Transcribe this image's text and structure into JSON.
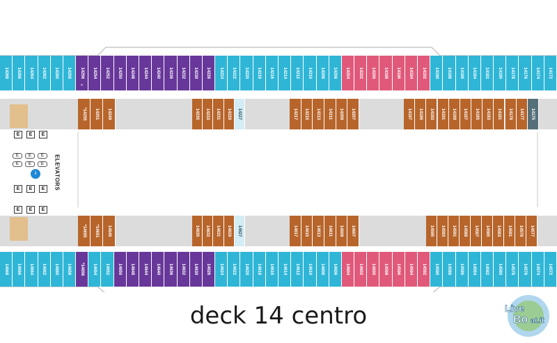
{
  "title": "deck 14 centro",
  "elevators_label": "ELEVATORS",
  "elevator_marker": "E",
  "colors": {
    "balcony": "#2fb6d7",
    "suite": "#68379a",
    "aurea": "#e0597a",
    "interior": "#b7652b",
    "accessible": "#d4ecf4",
    "slate": "#56707a",
    "corridor": "#dcdcdc"
  },
  "rows": {
    "top_outer": [
      {
        "num": "14268",
        "color": "balcony"
      },
      {
        "num": "14266",
        "color": "balcony"
      },
      {
        "num": "14264",
        "color": "balcony"
      },
      {
        "num": "14262",
        "color": "balcony"
      },
      {
        "num": "14260",
        "color": "balcony"
      },
      {
        "num": "14258",
        "color": "balcony"
      },
      {
        "num": "14256",
        "color": "suite",
        "mark": "*"
      },
      {
        "num": "14254",
        "color": "suite"
      },
      {
        "num": "14252",
        "color": "suite"
      },
      {
        "num": "14250",
        "color": "suite"
      },
      {
        "num": "14248",
        "color": "suite"
      },
      {
        "num": "14244",
        "color": "suite"
      },
      {
        "num": "14240",
        "color": "suite"
      },
      {
        "num": "14236",
        "color": "suite"
      },
      {
        "num": "14232",
        "color": "suite"
      },
      {
        "num": "14230",
        "color": "suite"
      },
      {
        "num": "14226",
        "color": "suite"
      },
      {
        "num": "14224",
        "color": "balcony"
      },
      {
        "num": "14222",
        "color": "balcony"
      },
      {
        "num": "14220",
        "color": "balcony"
      },
      {
        "num": "14218",
        "color": "balcony"
      },
      {
        "num": "14216",
        "color": "balcony"
      },
      {
        "num": "14214",
        "color": "balcony"
      },
      {
        "num": "14212",
        "color": "balcony"
      },
      {
        "num": "14210",
        "color": "balcony"
      },
      {
        "num": "14208",
        "color": "balcony"
      },
      {
        "num": "14206",
        "color": "balcony"
      },
      {
        "num": "14204",
        "color": "aurea"
      },
      {
        "num": "14202",
        "color": "aurea"
      },
      {
        "num": "14200",
        "color": "aurea"
      },
      {
        "num": "14198",
        "color": "aurea"
      },
      {
        "num": "14196",
        "color": "aurea"
      },
      {
        "num": "14194",
        "color": "aurea"
      },
      {
        "num": "14192",
        "color": "aurea"
      },
      {
        "num": "14190",
        "color": "balcony"
      },
      {
        "num": "14188",
        "color": "balcony"
      },
      {
        "num": "14186",
        "color": "balcony"
      },
      {
        "num": "14184",
        "color": "balcony"
      },
      {
        "num": "14182",
        "color": "balcony"
      },
      {
        "num": "14180",
        "color": "balcony"
      },
      {
        "num": "14178",
        "color": "balcony"
      },
      {
        "num": "14176",
        "color": "balcony"
      },
      {
        "num": "14174",
        "color": "balcony"
      },
      {
        "num": "14172",
        "color": "balcony"
      }
    ],
    "top_inner_a": [
      {
        "num": "*14255",
        "color": "interior"
      },
      {
        "num": "14251",
        "color": "interior"
      },
      {
        "num": "14249",
        "color": "interior"
      }
    ],
    "top_inner_b": [
      {
        "num": "14235",
        "color": "interior"
      },
      {
        "num": "14233",
        "color": "interior"
      },
      {
        "num": "14231",
        "color": "interior"
      },
      {
        "num": "14229",
        "color": "interior"
      },
      {
        "num": "14227",
        "color": "accessible"
      }
    ],
    "top_inner_c": [
      {
        "num": "14217",
        "color": "interior"
      },
      {
        "num": "14215",
        "color": "interior"
      },
      {
        "num": "14213",
        "color": "interior"
      },
      {
        "num": "14211",
        "color": "interior"
      },
      {
        "num": "14209",
        "color": "interior"
      },
      {
        "num": "14207",
        "color": "interior"
      }
    ],
    "top_inner_d": [
      {
        "num": "14197",
        "color": "interior"
      },
      {
        "num": "14195",
        "color": "interior"
      },
      {
        "num": "14193",
        "color": "interior"
      },
      {
        "num": "14191",
        "color": "interior"
      },
      {
        "num": "14189",
        "color": "interior"
      },
      {
        "num": "14187",
        "color": "interior"
      },
      {
        "num": "14185",
        "color": "interior"
      },
      {
        "num": "14183",
        "color": "interior"
      },
      {
        "num": "14181",
        "color": "interior"
      },
      {
        "num": "14179",
        "color": "interior"
      },
      {
        "num": "14177",
        "color": "interior"
      },
      {
        "num": "14175",
        "color": "slate"
      }
    ],
    "bottom_inner_a": [
      {
        "num": "*14655",
        "color": "interior"
      },
      {
        "num": "*14651",
        "color": "interior"
      },
      {
        "num": "14649",
        "color": "interior"
      }
    ],
    "bottom_inner_b": [
      {
        "num": "14635",
        "color": "interior"
      },
      {
        "num": "14633",
        "color": "interior"
      },
      {
        "num": "14631",
        "color": "interior"
      },
      {
        "num": "14629",
        "color": "interior"
      },
      {
        "num": "14627",
        "color": "accessible"
      }
    ],
    "bottom_inner_c": [
      {
        "num": "14617",
        "color": "interior"
      },
      {
        "num": "14615",
        "color": "interior"
      },
      {
        "num": "14613",
        "color": "interior"
      },
      {
        "num": "14611",
        "color": "interior"
      },
      {
        "num": "14609",
        "color": "interior"
      },
      {
        "num": "14607",
        "color": "interior"
      }
    ],
    "bottom_inner_d": [
      {
        "num": "14595",
        "color": "interior"
      },
      {
        "num": "14593",
        "color": "interior"
      },
      {
        "num": "14591",
        "color": "interior"
      },
      {
        "num": "14589",
        "color": "interior"
      },
      {
        "num": "14587",
        "color": "interior"
      },
      {
        "num": "14585",
        "color": "interior"
      },
      {
        "num": "14583",
        "color": "interior"
      },
      {
        "num": "14581",
        "color": "interior"
      },
      {
        "num": "14579",
        "color": "interior"
      },
      {
        "num": "14577",
        "color": "interior"
      }
    ],
    "bottom_outer": [
      {
        "num": "14668",
        "color": "balcony"
      },
      {
        "num": "14666",
        "color": "balcony"
      },
      {
        "num": "14664",
        "color": "balcony"
      },
      {
        "num": "14662",
        "color": "balcony"
      },
      {
        "num": "14660",
        "color": "balcony"
      },
      {
        "num": "14658",
        "color": "balcony"
      },
      {
        "num": "*14656",
        "color": "suite"
      },
      {
        "num": "14654",
        "color": "balcony"
      },
      {
        "num": "14652",
        "color": "balcony"
      },
      {
        "num": "14650",
        "color": "suite"
      },
      {
        "num": "14648",
        "color": "suite"
      },
      {
        "num": "14644",
        "color": "suite"
      },
      {
        "num": "14640",
        "color": "suite"
      },
      {
        "num": "14636",
        "color": "suite"
      },
      {
        "num": "14632",
        "color": "suite"
      },
      {
        "num": "14630",
        "color": "suite"
      },
      {
        "num": "14626",
        "color": "suite"
      },
      {
        "num": "14624",
        "color": "balcony"
      },
      {
        "num": "14622",
        "color": "balcony"
      },
      {
        "num": "14620",
        "color": "balcony"
      },
      {
        "num": "14618",
        "color": "balcony"
      },
      {
        "num": "14616",
        "color": "balcony"
      },
      {
        "num": "14614",
        "color": "balcony"
      },
      {
        "num": "14612",
        "color": "balcony"
      },
      {
        "num": "14610",
        "color": "balcony"
      },
      {
        "num": "14608",
        "color": "balcony"
      },
      {
        "num": "14606",
        "color": "balcony"
      },
      {
        "num": "14604",
        "color": "aurea"
      },
      {
        "num": "14602",
        "color": "aurea"
      },
      {
        "num": "14600",
        "color": "aurea"
      },
      {
        "num": "14598",
        "color": "aurea"
      },
      {
        "num": "14596",
        "color": "aurea"
      },
      {
        "num": "14594",
        "color": "aurea"
      },
      {
        "num": "14592",
        "color": "aurea"
      },
      {
        "num": "14590",
        "color": "balcony"
      },
      {
        "num": "14588",
        "color": "balcony"
      },
      {
        "num": "14586",
        "color": "balcony"
      },
      {
        "num": "14584",
        "color": "balcony"
      },
      {
        "num": "14582",
        "color": "balcony"
      },
      {
        "num": "14580",
        "color": "balcony"
      },
      {
        "num": "14578",
        "color": "balcony"
      },
      {
        "num": "14576",
        "color": "balcony"
      },
      {
        "num": "14574",
        "color": "balcony"
      },
      {
        "num": "14572",
        "color": "balcony"
      }
    ]
  },
  "logo": {
    "text_a": "Live",
    "text_b": "Bo",
    "text_c": "at.it"
  }
}
